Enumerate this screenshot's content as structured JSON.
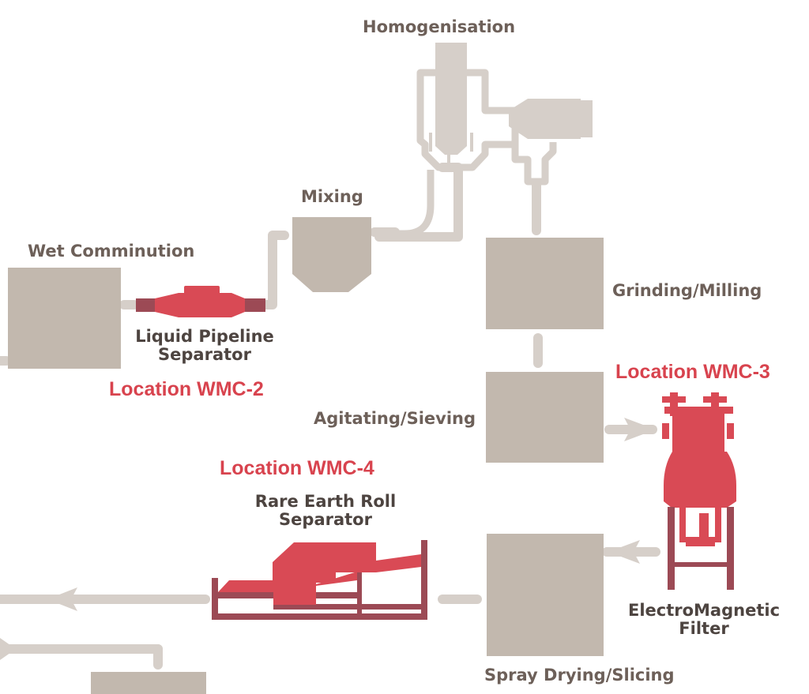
{
  "colors": {
    "process_box": "#c2b8ae",
    "pipe": "#d6cfc9",
    "separator_red": "#d94a55",
    "frame_dark": "#9c4a55",
    "label_text": "#6d6059",
    "location_red": "#d8434e"
  },
  "labels": {
    "homogenisation": "Homogenisation",
    "mixing": "Mixing",
    "wet_comminution": "Wet Comminution",
    "grinding_milling": "Grinding/Milling",
    "agitating_sieving": "Agitating/Sieving",
    "spray_drying_slicing": "Spray Drying/Slicing",
    "liquid_pipeline_separator_line1": "Liquid Pipeline",
    "liquid_pipeline_separator_line2": "Separator",
    "rare_earth_roll_separator_line1": "Rare Earth Roll",
    "rare_earth_roll_separator_line2": "Separator",
    "electromagnetic_filter_line1": "ElectroMagnetic",
    "electromagnetic_filter_line2": "Filter"
  },
  "locations": {
    "wmc2": "Location WMC-2",
    "wmc3": "Location WMC-3",
    "wmc4": "Location WMC-4"
  },
  "icons": [
    "homogeniser-icon",
    "mixing-hopper-icon",
    "liquid-pipeline-separator-icon",
    "electromagnetic-filter-icon",
    "rare-earth-roll-separator-icon",
    "flow-arrow-icon"
  ]
}
